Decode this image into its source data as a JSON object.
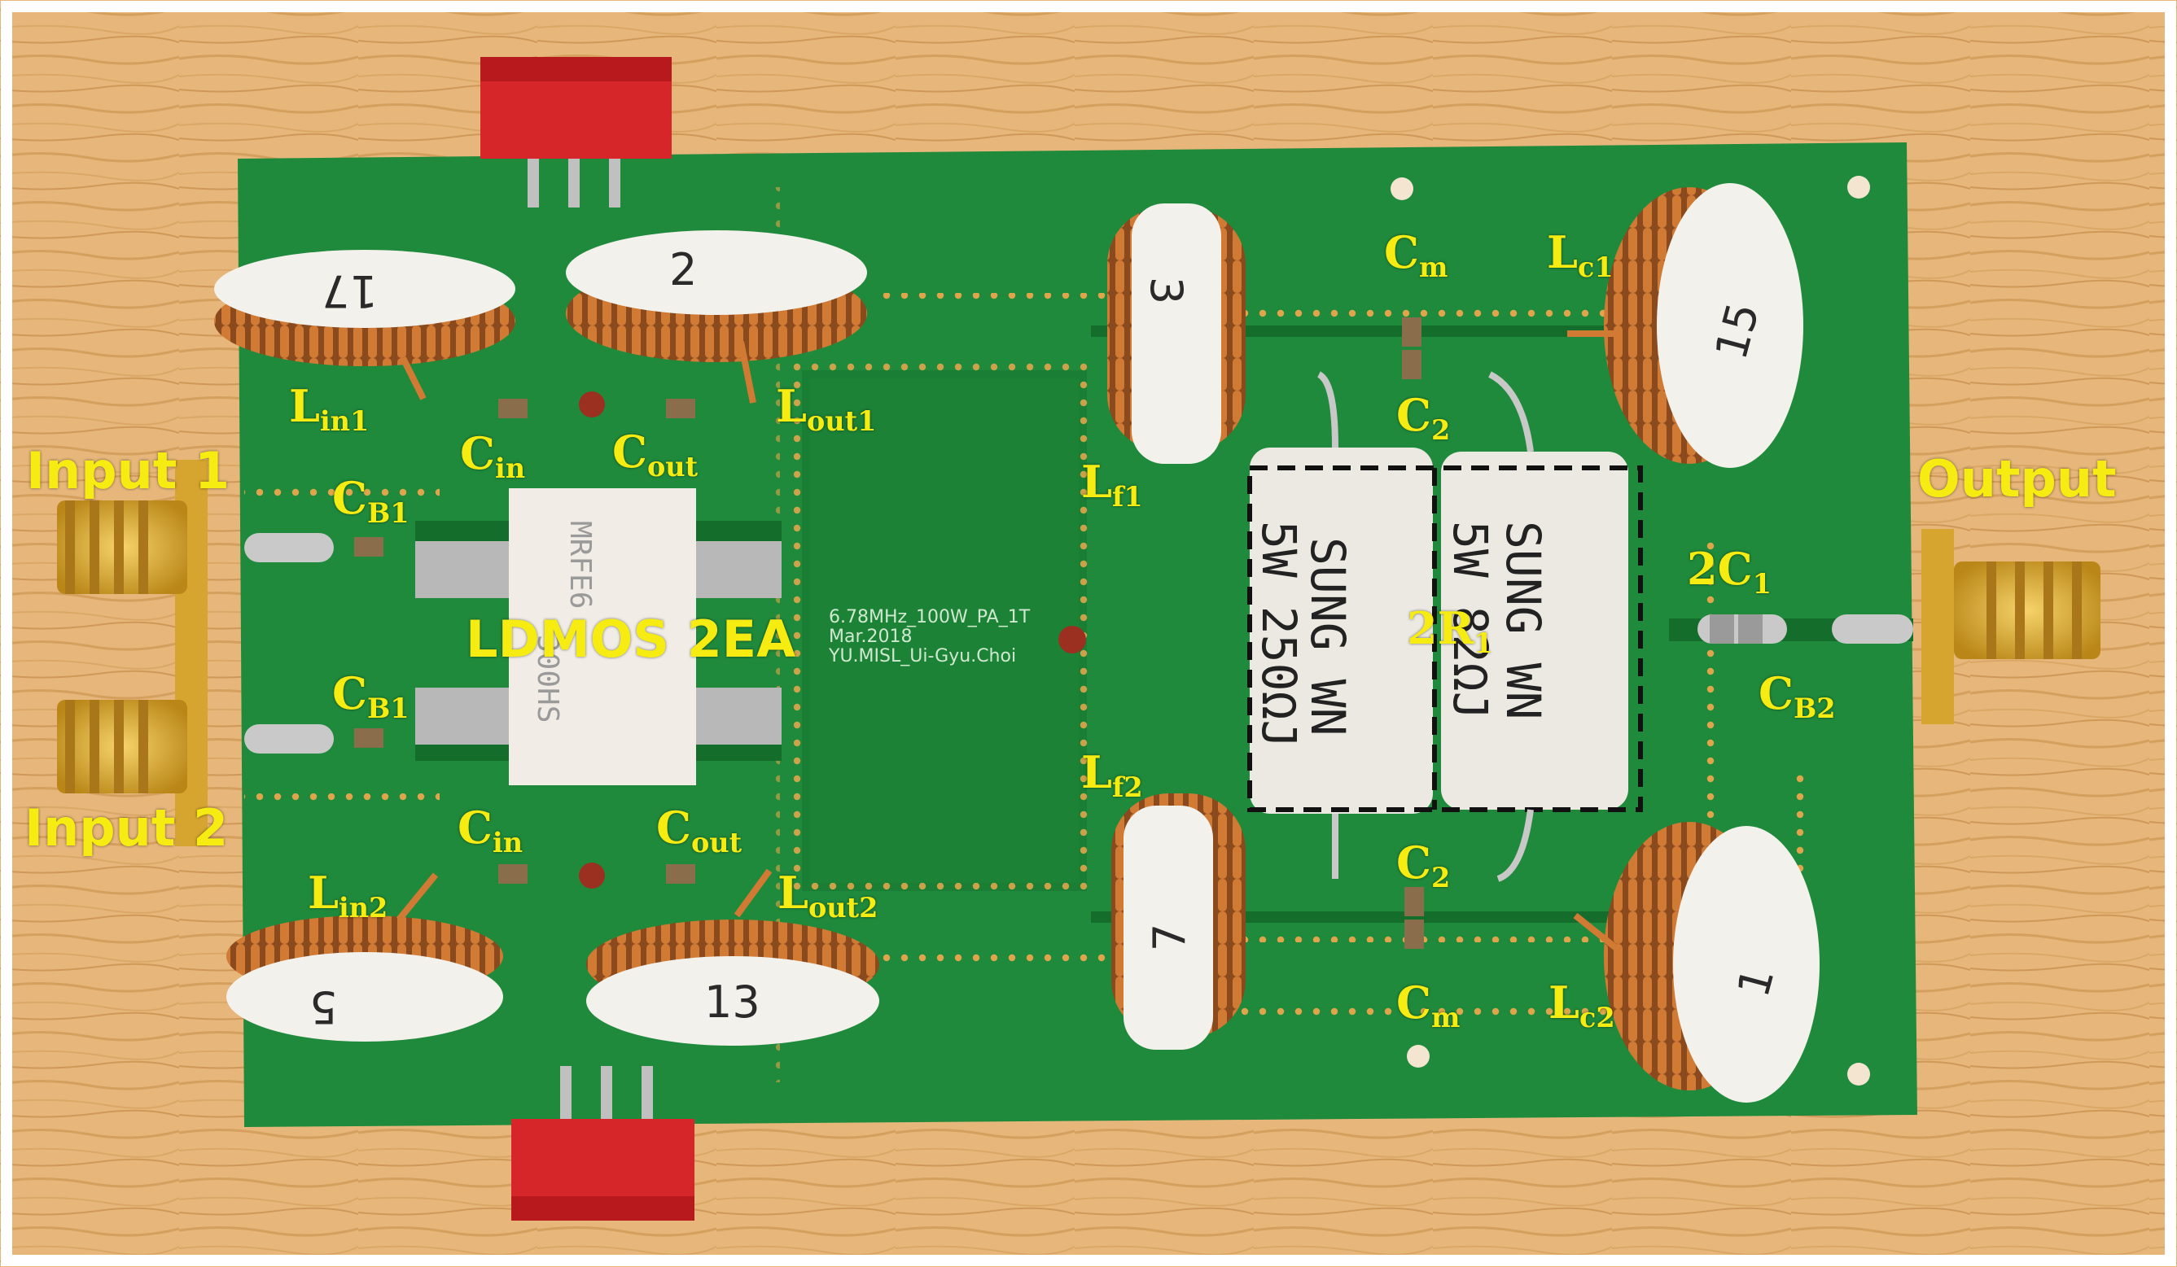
{
  "labels": {
    "input1": "Input 1",
    "input2": "Input 2",
    "output": "Output",
    "ldmos": "LDMOS 2EA",
    "lin1": {
      "main": "L",
      "sub": "in1"
    },
    "lin2": {
      "main": "L",
      "sub": "in2"
    },
    "cin_top": {
      "main": "C",
      "sub": "in"
    },
    "cin_bot": {
      "main": "C",
      "sub": "in"
    },
    "cout_top": {
      "main": "C",
      "sub": "out"
    },
    "cout_bot": {
      "main": "C",
      "sub": "out"
    },
    "lout1": {
      "main": "L",
      "sub": "out1"
    },
    "lout2": {
      "main": "L",
      "sub": "out2"
    },
    "cb1_top": {
      "main": "C",
      "sub": "B1"
    },
    "cb1_bot": {
      "main": "C",
      "sub": "B1"
    },
    "lf1": {
      "main": "L",
      "sub": "f1"
    },
    "lf2": {
      "main": "L",
      "sub": "f2"
    },
    "cm_top": {
      "main": "C",
      "sub": "m"
    },
    "cm_bot": {
      "main": "C",
      "sub": "m"
    },
    "lc1": {
      "main": "L",
      "sub": "c1"
    },
    "lc2": {
      "main": "L",
      "sub": "c2"
    },
    "c2_top": {
      "main": "C",
      "sub": "2"
    },
    "c2_bot": {
      "main": "C",
      "sub": "2"
    },
    "two_r1": {
      "main": "2R",
      "sub": "1"
    },
    "two_c1": {
      "main": "2C",
      "sub": "1"
    },
    "cb2": {
      "main": "C",
      "sub": "B2"
    }
  },
  "coil_numbers": [
    "17",
    "2",
    "3",
    "15",
    "5",
    "13",
    "7",
    "1"
  ],
  "resistor_left": {
    "line1": "SUNG WN",
    "line2": "5W 250ΩJ"
  },
  "resistor_right": {
    "line1": "SUNG WN",
    "line2": "5W 82ΩJ"
  },
  "ldmos_marking": {
    "line1": "MRFE6",
    "line2": "300HS"
  },
  "board_silkscreen": [
    "6.78MHz_100W_PA_1T",
    "Mar.2018",
    "YU.MISL_Ui-Gyu.Choi"
  ],
  "colors": {
    "annotation": "#f7ec12",
    "pcb": "#1f8a3c",
    "wood": "#e3b173",
    "copper": "#c9772c",
    "gold": "#e2b13a",
    "header_red": "#d7262a"
  }
}
